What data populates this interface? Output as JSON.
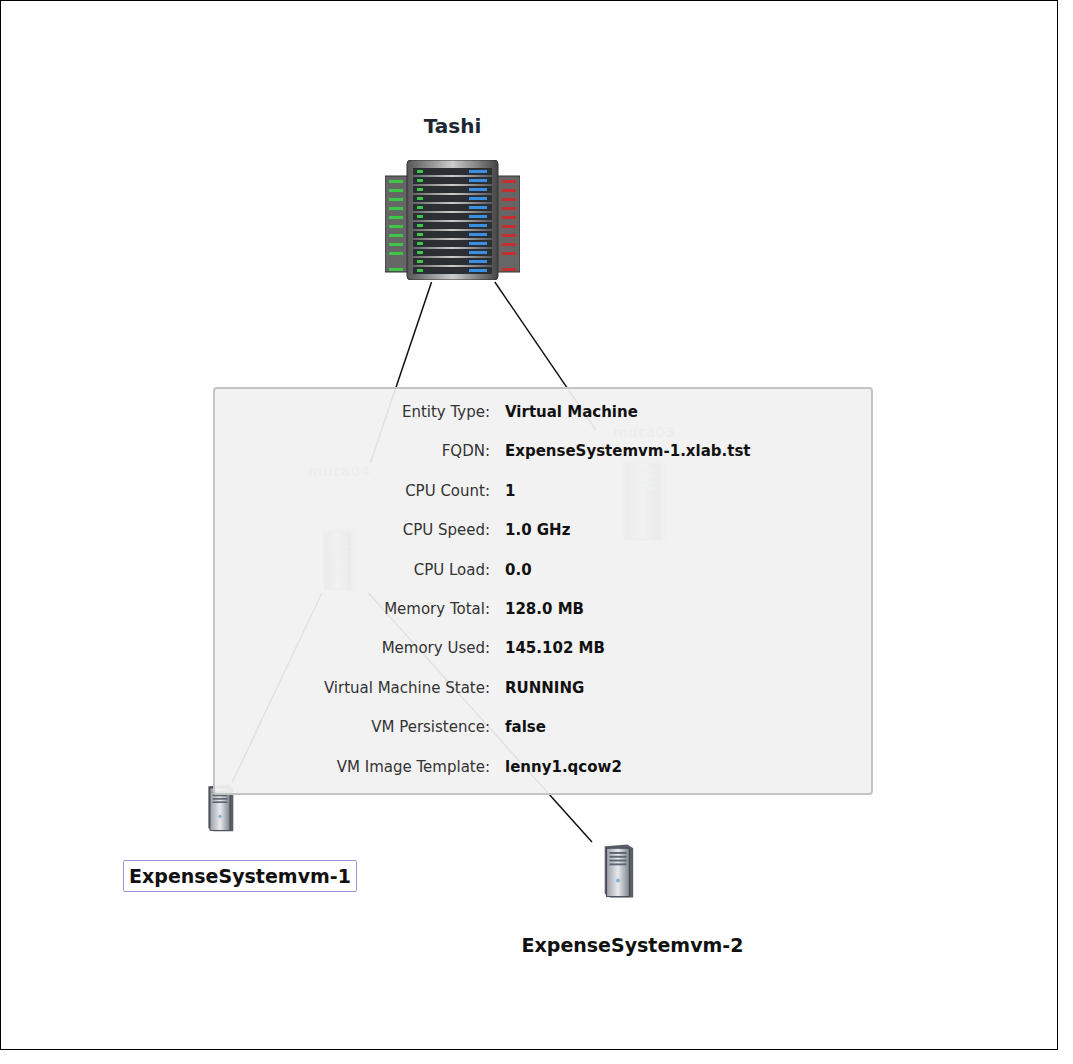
{
  "diagram": {
    "nodes": [
      {
        "text": [
          "Tashi"
        ]
      },
      {
        "text": [
          "muca04"
        ]
      },
      {
        "text": [
          "muca03"
        ]
      },
      {
        "text": [
          "ExpenseSystemvm-1"
        ]
      },
      {
        "text": [
          "ExpenseSystemvm-2"
        ]
      }
    ],
    "edges": [
      {
        "from": 0,
        "to": 1,
        "arrow": "none"
      },
      {
        "from": 0,
        "to": 2,
        "arrow": "none"
      },
      {
        "from": 1,
        "to": 3,
        "arrow": "none"
      },
      {
        "from": 1,
        "to": 4,
        "arrow": "none"
      }
    ],
    "labels": [
      "Entity Type:",
      "Virtual Machine",
      "FQDN:",
      "ExpenseSystemvm-1.xlab.tst",
      "CPU Count:",
      "1",
      "CPU Speed:",
      "1.0 GHz",
      "CPU Load:",
      "0.0",
      "Memory Total:",
      "128.0 MB",
      "Memory Used:",
      "145.102 MB",
      "Virtual Machine State:",
      "RUNNING",
      "VM Persistence:",
      "false",
      "VM Image Template:",
      "lenny1.qcow2"
    ]
  }
}
